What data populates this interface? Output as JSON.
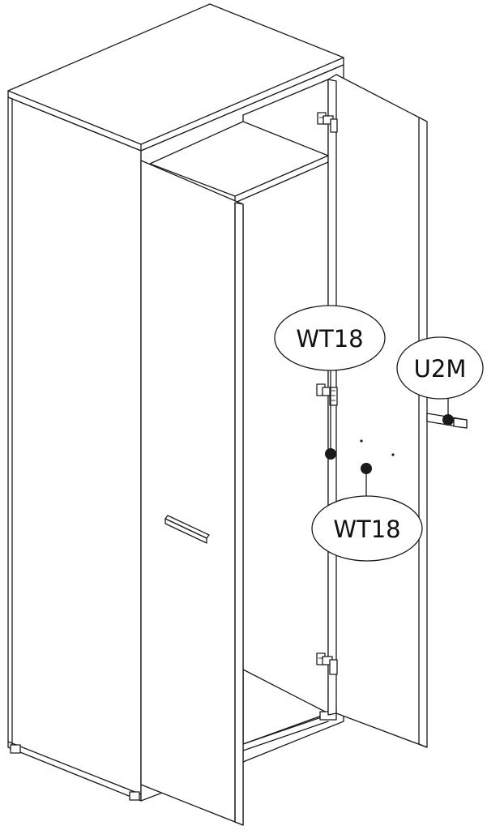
{
  "callouts": {
    "top_left": "WT18",
    "right": "U2M",
    "bottom": "WT18"
  },
  "colors": {
    "line": "#1a1a1a",
    "background": "#ffffff"
  }
}
